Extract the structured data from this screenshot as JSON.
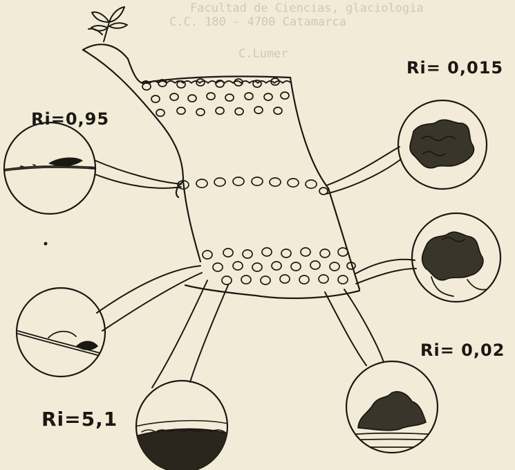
{
  "labels": [
    {
      "id": "top-right",
      "text": "Ri= 0,015"
    },
    {
      "id": "top-left",
      "text": "Ri=0,95"
    },
    {
      "id": "mid-right",
      "text": "Ri= 0,02"
    },
    {
      "id": "bottom-left",
      "text": "Ri=5,1"
    }
  ],
  "background_text": {
    "top_line_1": "Facultad de Ciencias, glaciologia",
    "top_line_2": "C.C. 180 - 4700 Catamarca",
    "mid_heading": "C.Lumer"
  },
  "colors": {
    "paper": "#f1ebd8",
    "ink": "#1b1812",
    "faded_text": "#b3ad9f"
  }
}
